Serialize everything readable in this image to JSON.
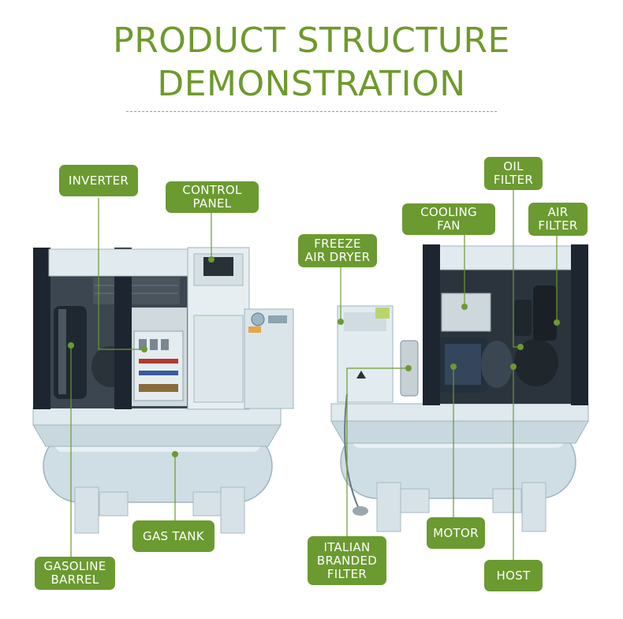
{
  "title": {
    "line1": "PRODUCT  STRUCTURE",
    "line2": "DEMONSTRATION"
  },
  "labels": {
    "inverter": "INVERTER",
    "control_panel": "CONTROL\nPANEL",
    "gas_tank": "GAS TANK",
    "gasoline_barrel": "GASOLINE\nBARREL",
    "freeze_air_dryer": "FREEZE\nAIR DRYER",
    "cooling_fan": "COOLING FAN",
    "oil_filter": "OIL\nFILTER",
    "air_filter": "AIR\nFILTER",
    "italian_branded_filter": "ITALIAN\nBRANDED\nFILTER",
    "motor": "MOTOR",
    "host": "HOST"
  },
  "colors": {
    "accent_green": "#6b9a30",
    "title_green": "#6f9a2c",
    "machine_body": "#dfe9ee",
    "machine_dark": "#1d2530"
  }
}
